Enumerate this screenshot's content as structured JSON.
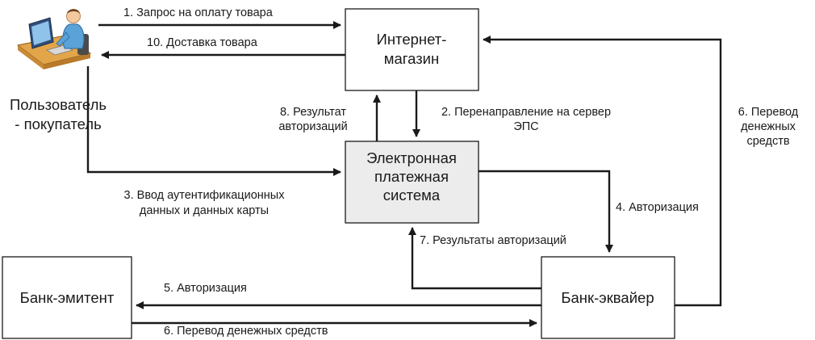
{
  "nodes": {
    "shop": [
      "Интернет-",
      "магазин"
    ],
    "eps": [
      "Электронная",
      "платежная",
      "система"
    ],
    "issuer": [
      "Банк-эмитент"
    ],
    "acquirer": [
      "Банк-эквайер"
    ],
    "user": [
      "Пользователь",
      "- покупатель"
    ]
  },
  "edges": {
    "e1": [
      "1. Запрос на оплату товара"
    ],
    "e10": [
      "10. Доставка товара"
    ],
    "e2": [
      "2. Перенаправление на сервер",
      "ЭПС"
    ],
    "e8": [
      "8. Результат",
      "авторизаций"
    ],
    "e3": [
      "3. Ввод аутентификационных",
      "данных и данных карты"
    ],
    "e4": [
      "4. Авторизация"
    ],
    "e7": [
      "7. Результаты авторизаций"
    ],
    "e5": [
      "5. Авторизация"
    ],
    "e6a": [
      "6. Перевод денежных средств"
    ],
    "e6b": [
      "6. Перевод",
      "денежных",
      "средств"
    ]
  },
  "colors": {
    "eps_fill": "#ececec",
    "user_shirt": "#5aa2d8",
    "user_skin": "#f3c9a0",
    "desk": "#e3a54a"
  },
  "icon": "computer-user-icon"
}
